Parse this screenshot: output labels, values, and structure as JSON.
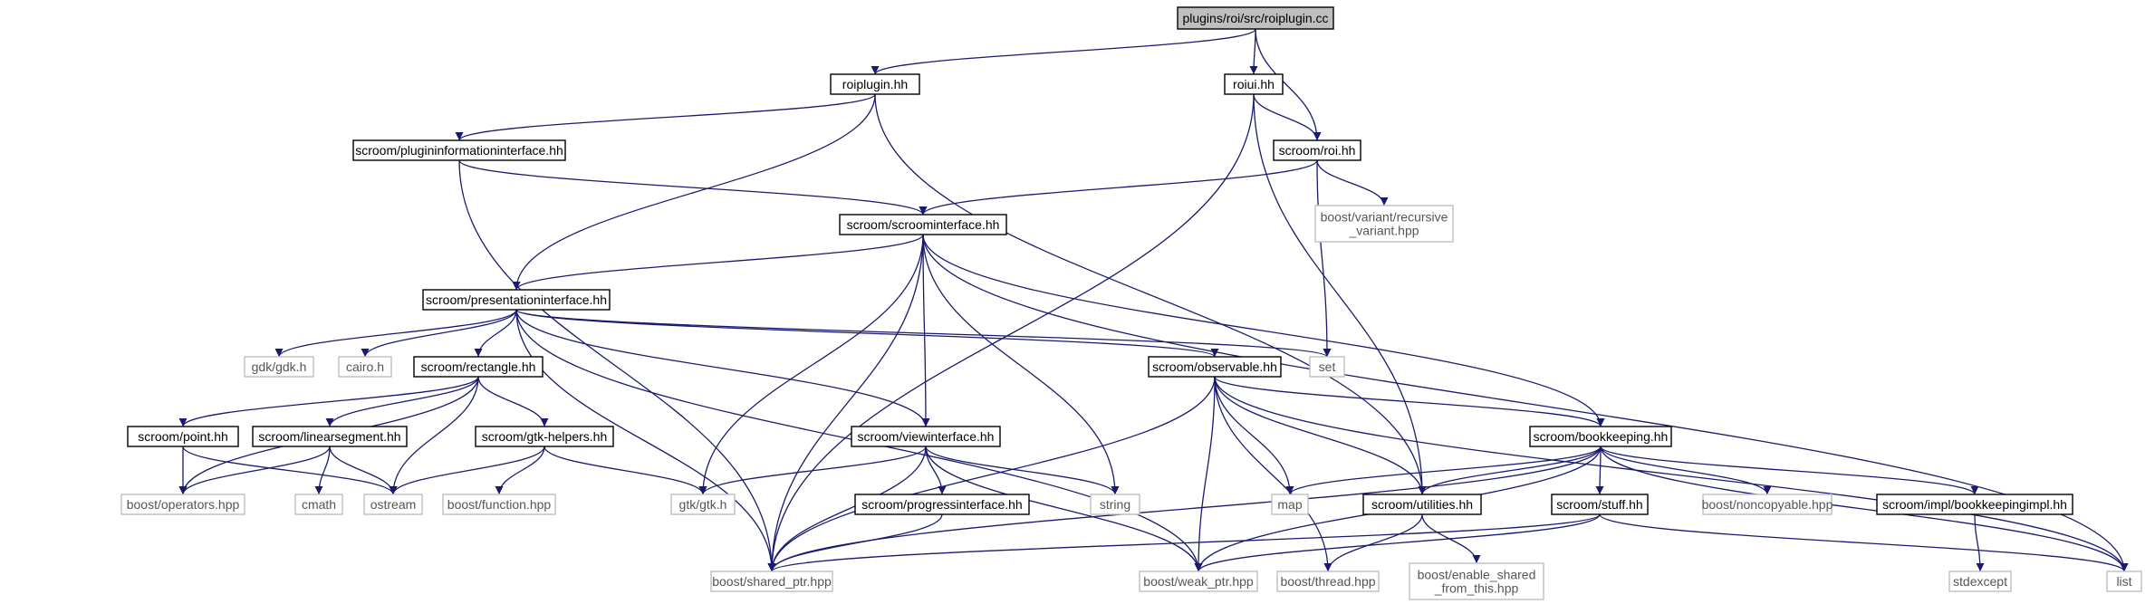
{
  "colors": {
    "edge": "#191970",
    "root_fill": "#bfbfbf",
    "internal_border": "#000000",
    "external_border": "#bfbfbf",
    "external_text": "#555555"
  },
  "nodes": [
    {
      "id": "root",
      "lines": [
        "plugins/roi/src/roiplugin.cc"
      ],
      "kind": "root"
    },
    {
      "id": "roiplugin_hh",
      "lines": [
        "roiplugin.hh"
      ],
      "kind": "internal"
    },
    {
      "id": "roiui_hh",
      "lines": [
        "roiui.hh"
      ],
      "kind": "internal"
    },
    {
      "id": "plugininfo",
      "lines": [
        "scroom/plugininformationinterface.hh"
      ],
      "kind": "internal"
    },
    {
      "id": "roi_hh",
      "lines": [
        "scroom/roi.hh"
      ],
      "kind": "internal"
    },
    {
      "id": "recvariant",
      "lines": [
        "boost/variant/recursive",
        "_variant.hpp"
      ],
      "kind": "external"
    },
    {
      "id": "scroomif",
      "lines": [
        "scroom/scroominterface.hh"
      ],
      "kind": "internal"
    },
    {
      "id": "presif",
      "lines": [
        "scroom/presentationinterface.hh"
      ],
      "kind": "internal"
    },
    {
      "id": "gdk",
      "lines": [
        "gdk/gdk.h"
      ],
      "kind": "external"
    },
    {
      "id": "cairo",
      "lines": [
        "cairo.h"
      ],
      "kind": "external"
    },
    {
      "id": "rect",
      "lines": [
        "scroom/rectangle.hh"
      ],
      "kind": "internal"
    },
    {
      "id": "set",
      "lines": [
        "set"
      ],
      "kind": "external"
    },
    {
      "id": "observable",
      "lines": [
        "scroom/observable.hh"
      ],
      "kind": "internal"
    },
    {
      "id": "point",
      "lines": [
        "scroom/point.hh"
      ],
      "kind": "internal"
    },
    {
      "id": "linseg",
      "lines": [
        "scroom/linearsegment.hh"
      ],
      "kind": "internal"
    },
    {
      "id": "gtkhelp",
      "lines": [
        "scroom/gtk-helpers.hh"
      ],
      "kind": "internal"
    },
    {
      "id": "viewif",
      "lines": [
        "scroom/viewinterface.hh"
      ],
      "kind": "internal"
    },
    {
      "id": "bookkeeping",
      "lines": [
        "scroom/bookkeeping.hh"
      ],
      "kind": "internal"
    },
    {
      "id": "operators",
      "lines": [
        "boost/operators.hpp"
      ],
      "kind": "external"
    },
    {
      "id": "cmath",
      "lines": [
        "cmath"
      ],
      "kind": "external"
    },
    {
      "id": "ostream",
      "lines": [
        "ostream"
      ],
      "kind": "external"
    },
    {
      "id": "function",
      "lines": [
        "boost/function.hpp"
      ],
      "kind": "external"
    },
    {
      "id": "gtk",
      "lines": [
        "gtk/gtk.h"
      ],
      "kind": "external"
    },
    {
      "id": "progressif",
      "lines": [
        "scroom/progressinterface.hh"
      ],
      "kind": "internal"
    },
    {
      "id": "string",
      "lines": [
        "string"
      ],
      "kind": "external"
    },
    {
      "id": "map",
      "lines": [
        "map"
      ],
      "kind": "external"
    },
    {
      "id": "utilities",
      "lines": [
        "scroom/utilities.hh"
      ],
      "kind": "internal"
    },
    {
      "id": "stuff",
      "lines": [
        "scroom/stuff.hh"
      ],
      "kind": "internal"
    },
    {
      "id": "noncopyable",
      "lines": [
        "boost/noncopyable.hpp"
      ],
      "kind": "external"
    },
    {
      "id": "bkimpl",
      "lines": [
        "scroom/impl/bookkeepingimpl.hh"
      ],
      "kind": "internal"
    },
    {
      "id": "list",
      "lines": [
        "list"
      ],
      "kind": "external"
    },
    {
      "id": "sharedptr",
      "lines": [
        "boost/shared_ptr.hpp"
      ],
      "kind": "external"
    },
    {
      "id": "weakptr",
      "lines": [
        "boost/weak_ptr.hpp"
      ],
      "kind": "external"
    },
    {
      "id": "thread",
      "lines": [
        "boost/thread.hpp"
      ],
      "kind": "external"
    },
    {
      "id": "enableshared",
      "lines": [
        "boost/enable_shared",
        "_from_this.hpp"
      ],
      "kind": "external"
    },
    {
      "id": "stdexcept",
      "lines": [
        "stdexcept"
      ],
      "kind": "external"
    }
  ],
  "edges": [
    [
      "root",
      "roiplugin_hh"
    ],
    [
      "root",
      "roiui_hh"
    ],
    [
      "root",
      "roi_hh"
    ],
    [
      "roiplugin_hh",
      "plugininfo"
    ],
    [
      "roiplugin_hh",
      "presif"
    ],
    [
      "roiplugin_hh",
      "utilities"
    ],
    [
      "roiui_hh",
      "roi_hh"
    ],
    [
      "roiui_hh",
      "sharedptr"
    ],
    [
      "roiui_hh",
      "utilities"
    ],
    [
      "plugininfo",
      "scroomif"
    ],
    [
      "plugininfo",
      "sharedptr"
    ],
    [
      "roi_hh",
      "recvariant"
    ],
    [
      "roi_hh",
      "scroomif"
    ],
    [
      "roi_hh",
      "set"
    ],
    [
      "scroomif",
      "presif"
    ],
    [
      "scroomif",
      "viewif"
    ],
    [
      "scroomif",
      "gtk"
    ],
    [
      "scroomif",
      "string"
    ],
    [
      "scroomif",
      "sharedptr"
    ],
    [
      "scroomif",
      "bookkeeping"
    ],
    [
      "scroomif",
      "list"
    ],
    [
      "presif",
      "gdk"
    ],
    [
      "presif",
      "cairo"
    ],
    [
      "presif",
      "rect"
    ],
    [
      "presif",
      "set"
    ],
    [
      "presif",
      "observable"
    ],
    [
      "presif",
      "viewif"
    ],
    [
      "presif",
      "sharedptr"
    ],
    [
      "presif",
      "weakptr"
    ],
    [
      "rect",
      "point"
    ],
    [
      "rect",
      "linseg"
    ],
    [
      "rect",
      "gtkhelp"
    ],
    [
      "rect",
      "operators"
    ],
    [
      "rect",
      "ostream"
    ],
    [
      "point",
      "operators"
    ],
    [
      "point",
      "ostream"
    ],
    [
      "linseg",
      "operators"
    ],
    [
      "linseg",
      "cmath"
    ],
    [
      "linseg",
      "ostream"
    ],
    [
      "gtkhelp",
      "ostream"
    ],
    [
      "gtkhelp",
      "function"
    ],
    [
      "gtkhelp",
      "gtk"
    ],
    [
      "observable",
      "sharedptr"
    ],
    [
      "observable",
      "weakptr"
    ],
    [
      "observable",
      "map"
    ],
    [
      "observable",
      "utilities"
    ],
    [
      "observable",
      "thread"
    ],
    [
      "observable",
      "bookkeeping"
    ],
    [
      "observable",
      "list"
    ],
    [
      "viewif",
      "gtk"
    ],
    [
      "viewif",
      "progressif"
    ],
    [
      "viewif",
      "string"
    ],
    [
      "viewif",
      "sharedptr"
    ],
    [
      "viewif",
      "weakptr"
    ],
    [
      "progressif",
      "sharedptr"
    ],
    [
      "bookkeeping",
      "map"
    ],
    [
      "bookkeeping",
      "utilities"
    ],
    [
      "bookkeeping",
      "stuff"
    ],
    [
      "bookkeeping",
      "noncopyable"
    ],
    [
      "bookkeeping",
      "bkimpl"
    ],
    [
      "bookkeeping",
      "list"
    ],
    [
      "bookkeeping",
      "sharedptr"
    ],
    [
      "bookkeeping",
      "weakptr"
    ],
    [
      "utilities",
      "thread"
    ],
    [
      "utilities",
      "enableshared"
    ],
    [
      "stuff",
      "sharedptr"
    ],
    [
      "stuff",
      "weakptr"
    ],
    [
      "stuff",
      "list"
    ],
    [
      "bkimpl",
      "stdexcept"
    ]
  ]
}
